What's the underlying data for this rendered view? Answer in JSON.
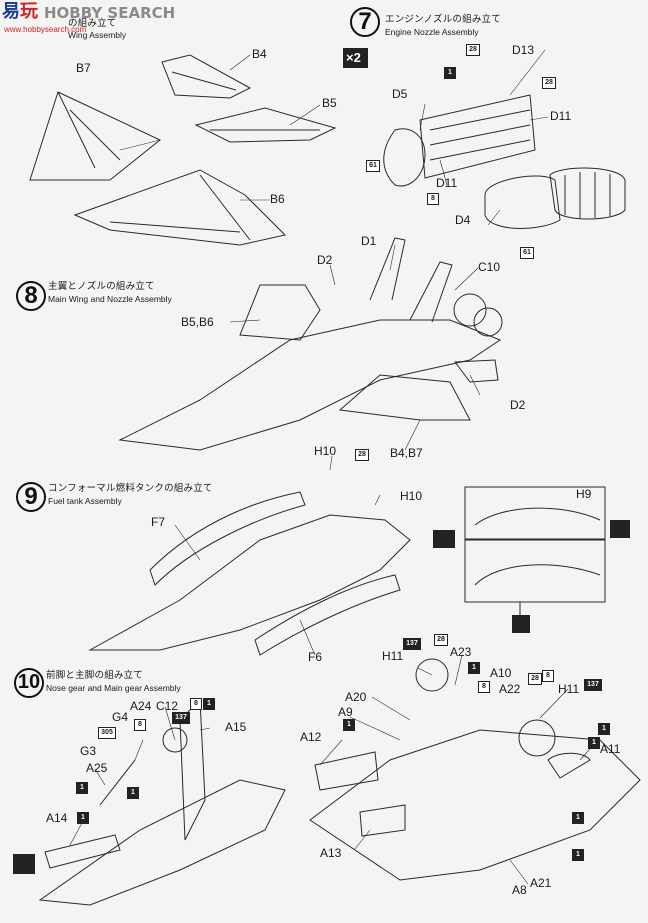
{
  "watermark": {
    "logo_cn": "易",
    "logo_cn2": "玩",
    "brand": "HOBBY SEARCH",
    "url": "www.hobbysearch.com"
  },
  "steps": [
    {
      "num": "",
      "jp": "の組み立て",
      "en": "Wing Assembly"
    },
    {
      "num": "7",
      "jp": "エンジンノズルの組み立て",
      "en": "Engine Nozzle Assembly",
      "qty": "×2"
    },
    {
      "num": "8",
      "jp": "主翼とノズルの組み立て",
      "en": "Main Wing and Nozzle Assembly"
    },
    {
      "num": "9",
      "jp": "コンフォーマル燃料タンクの組み立て",
      "en": "Fuel tank Assembly"
    },
    {
      "num": "10",
      "jp": "前脚と主脚の組み立て",
      "en": "Nose gear and Main gear Assembly"
    }
  ],
  "labels": {
    "B4": "B4",
    "B5": "B5",
    "B6": "B6",
    "B7": "B7",
    "D13": "D13",
    "D5": "D5",
    "D11a": "D11",
    "D11b": "D11",
    "D4": "D4",
    "D1": "D1",
    "D2a": "D2",
    "C10": "C10",
    "B5B6": "B5,B6",
    "D2b": "D2",
    "B4B7": "B4,B7",
    "H10a": "H10",
    "H10b": "H10",
    "H9": "H9",
    "F7": "F7",
    "F6": "F6",
    "H11a": "H11",
    "A23": "A23",
    "A10": "A10",
    "A22": "A22",
    "H11b": "H11",
    "A20": "A20",
    "A9": "A9",
    "A12": "A12",
    "A11": "A11",
    "A13": "A13",
    "A8": "A8",
    "A21": "A21",
    "A24": "A24",
    "C12": "C12",
    "G4": "G4",
    "A15": "A15",
    "G3": "G3",
    "A25": "A25",
    "A14": "A14"
  },
  "boxes": {
    "b28a": "28",
    "b1a": "1",
    "b28b": "28",
    "b61a": "61",
    "b8a": "8",
    "b61b": "61",
    "b28c": "28",
    "b137a": "137",
    "b28d": "28",
    "b1b": "1",
    "b8b": "8",
    "b28e": "28",
    "b8c": "8",
    "b137b": "137",
    "b1c": "1",
    "b1d": "1",
    "b1e": "1",
    "b1f": "1",
    "b1g": "1",
    "b8d": "8",
    "b1h": "1",
    "b137c": "137",
    "b8e": "8",
    "b305": "305",
    "b1i": "1",
    "b1j": "1",
    "b1k": "1"
  }
}
